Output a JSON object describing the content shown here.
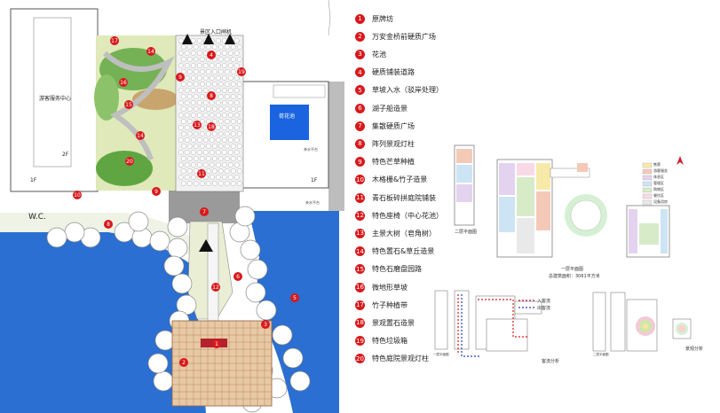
{
  "legend": [
    {
      "n": "1",
      "text": "原牌坊"
    },
    {
      "n": "2",
      "text": "万安金桥前硬质广场"
    },
    {
      "n": "3",
      "text": "花池"
    },
    {
      "n": "4",
      "text": "硬质铺装道路"
    },
    {
      "n": "5",
      "text": "草坡入水（驳岸处理）"
    },
    {
      "n": "6",
      "text": "湖子船造景"
    },
    {
      "n": "7",
      "text": "集散硬质广场"
    },
    {
      "n": "8",
      "text": "阵列景观灯柱"
    },
    {
      "n": "9",
      "text": "特色芒草种植"
    },
    {
      "n": "10",
      "text": "木格栅&竹子造景"
    },
    {
      "n": "11",
      "text": "青石板碎拼庭院铺装"
    },
    {
      "n": "12",
      "text": "特色座椅（中心花池）"
    },
    {
      "n": "13",
      "text": "主景大树（皂角树）"
    },
    {
      "n": "14",
      "text": "特色置石&草丘造景"
    },
    {
      "n": "15",
      "text": "特色石磨盘园路"
    },
    {
      "n": "16",
      "text": "微地形草坡"
    },
    {
      "n": "17",
      "text": "竹子种植带"
    },
    {
      "n": "18",
      "text": "景观置石造景"
    },
    {
      "n": "19",
      "text": "特色垃圾箱"
    },
    {
      "n": "20",
      "text": "特色庭院景观灯柱"
    }
  ],
  "plan_labels": {
    "entrance": "景区入口闸机",
    "visitor_center": "游客服务中心",
    "floor_2f": "2F",
    "floor_1f_left": "1F",
    "floor_1f_right": "1F",
    "pond": "荷花池",
    "platform_a": "亲水平台",
    "platform_b": "亲水平台",
    "wc": "W.C."
  },
  "markers": [
    "17",
    "14",
    "4",
    "19",
    "9",
    "16",
    "15",
    "8",
    "14",
    "13",
    "18",
    "11",
    "20",
    "10",
    "9",
    "7",
    "8",
    "5",
    "6",
    "12",
    "3",
    "2",
    "1"
  ],
  "analysis": {
    "floor2_label": "二层平面图",
    "floor1_label": "一层平面图",
    "floor_note": "总建筑面积：3061平方米",
    "flow_in": "入客流",
    "flow_out": "出客流",
    "flow_caption": "客流分析",
    "view_caption": "景观分析",
    "floor_tag_1": "一层平面图",
    "floor_tag_2": "二层平面图",
    "func_legend": [
      "售票",
      "游客服务",
      "休息区",
      "管理区",
      "购物区",
      "餐饮区",
      "设备用房"
    ],
    "func_colors": [
      "#f7e9a8",
      "#f5c9b8",
      "#e4d3ef",
      "#cde4f5",
      "#d7ebc8",
      "#f9d9e6",
      "#e9e9e9"
    ]
  }
}
